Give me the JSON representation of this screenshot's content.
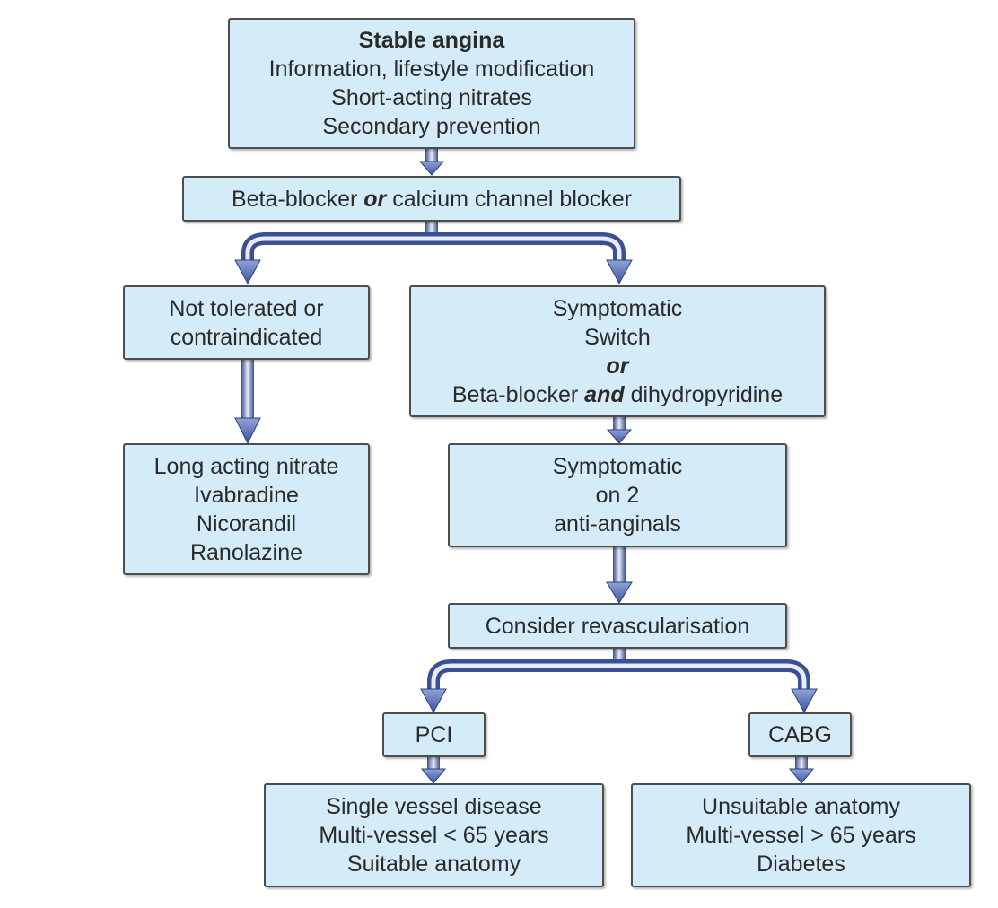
{
  "stable": {
    "title": "Stable angina",
    "line1": "Information, lifestyle modification",
    "line2": "Short-acting nitrates",
    "line3": "Secondary prevention"
  },
  "beta": {
    "pre": "Beta-blocker ",
    "em": "or",
    "post": " calcium channel blocker"
  },
  "not_tolerated": {
    "line1": "Not tolerated or",
    "line2": "contraindicated"
  },
  "symptomatic1": {
    "line1": "Symptomatic",
    "line2": "Switch",
    "or": "or",
    "pre": "Beta-blocker ",
    "em": "and",
    "post": " dihydropyridine"
  },
  "alternatives": {
    "line1": "Long acting nitrate",
    "line2": "Ivabradine",
    "line3": "Nicorandil",
    "line4": "Ranolazine"
  },
  "symptomatic2": {
    "line1": "Symptomatic",
    "line2": "on 2",
    "line3": "anti-anginals"
  },
  "revasc": {
    "label": "Consider revascularisation"
  },
  "pci": {
    "label": "PCI"
  },
  "cabg": {
    "label": "CABG"
  },
  "pci_criteria": {
    "line1": "Single vessel disease",
    "line2": "Multi-vessel < 65 years",
    "line3": "Suitable anatomy"
  },
  "cabg_criteria": {
    "line1": "Unsuitable anatomy",
    "line2": "Multi-vessel > 65 years",
    "line3": "Diabetes"
  },
  "colors": {
    "box_fill": "#d3ecf7",
    "box_border": "#4d4d4d",
    "arrow_fill": "#5b72b8",
    "arrow_edge": "#2e3f7a"
  }
}
